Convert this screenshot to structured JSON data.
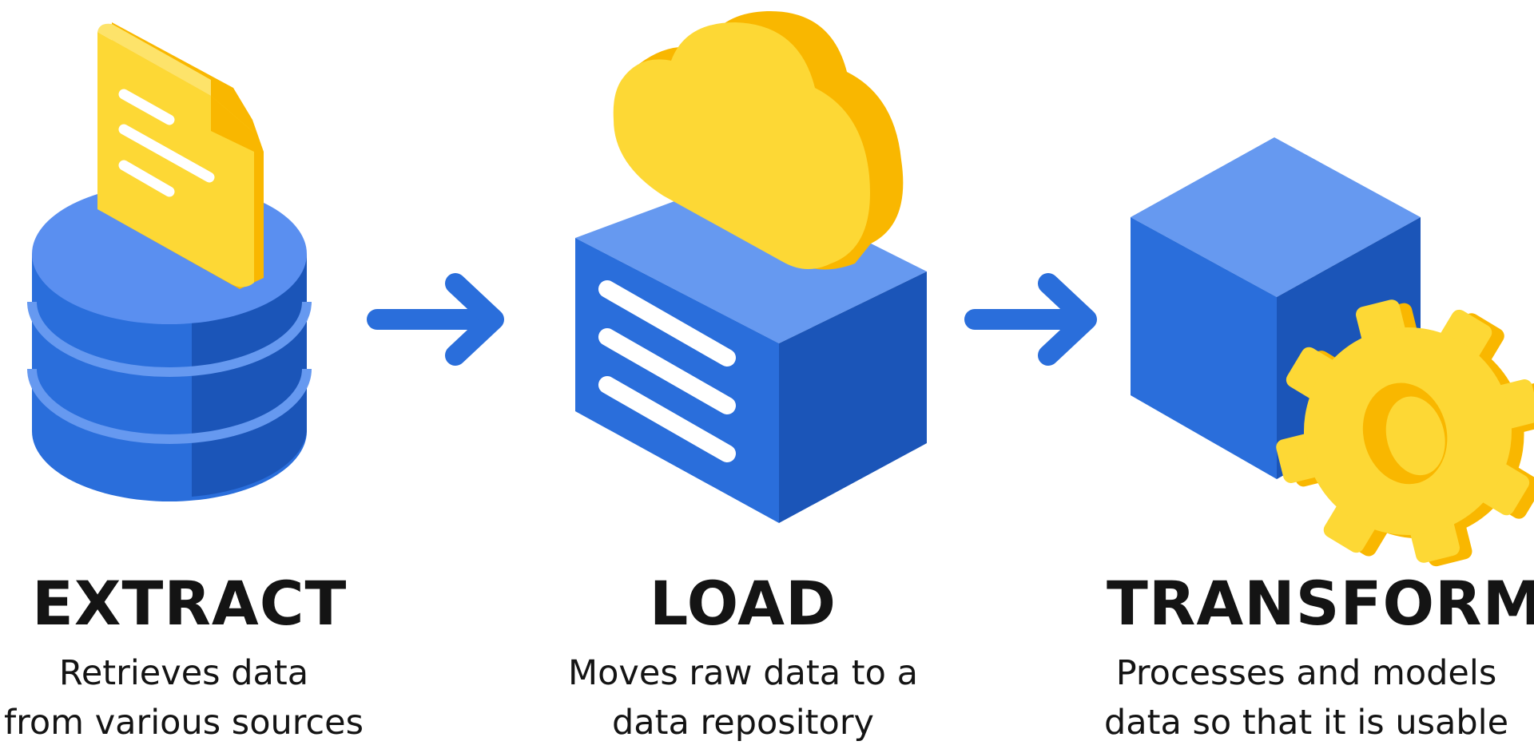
{
  "steps": [
    {
      "title": "EXTRACT",
      "description": [
        "Retrieves data",
        "from various sources"
      ],
      "icon": "database-with-document-icon"
    },
    {
      "title": "LOAD",
      "description": [
        "Moves raw data to a",
        "data repository"
      ],
      "icon": "server-with-cloud-icon"
    },
    {
      "title": "TRANSFORM",
      "description": [
        "Processes and models",
        "data so that it is usable"
      ],
      "icon": "cube-with-gear-icon"
    }
  ],
  "connectors": [
    "right-arrow-icon",
    "right-arrow-icon"
  ],
  "colors": {
    "blue_light": "#6699f0",
    "blue_mid": "#2a6edb",
    "blue_dark": "#1b55b8",
    "yellow": "#fdd835",
    "yellow_dark": "#f9b700",
    "text": "#141414"
  }
}
